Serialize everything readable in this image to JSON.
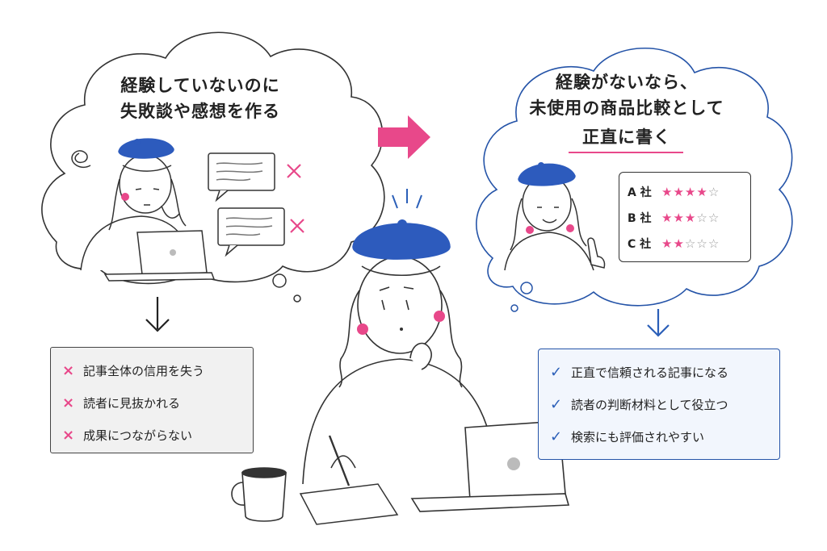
{
  "left_bubble": {
    "line1": "経験していないのに",
    "line2": "失敗談や感想を作る"
  },
  "right_bubble": {
    "line1": "経験がないなら、",
    "line2": "未使用の商品比較として",
    "line3": "正直に書く"
  },
  "ratings": [
    {
      "company": "A 社",
      "stars": 4,
      "max": 5
    },
    {
      "company": "B 社",
      "stars": 3,
      "max": 5
    },
    {
      "company": "C 社",
      "stars": 2,
      "max": 5
    }
  ],
  "bad_results": {
    "mark": "×",
    "items": [
      "記事全体の信用を失う",
      "読者に見抜かれる",
      "成果につながらない"
    ]
  },
  "good_results": {
    "mark": "✓",
    "items": [
      "正直で信頼される記事になる",
      "読者の判断材料として役立つ",
      "検索にも評価されやすい"
    ]
  },
  "colors": {
    "accent_pink": "#e8488a",
    "accent_blue": "#2b5fb8",
    "beret": "#2d5bbd",
    "ink": "#222222"
  }
}
